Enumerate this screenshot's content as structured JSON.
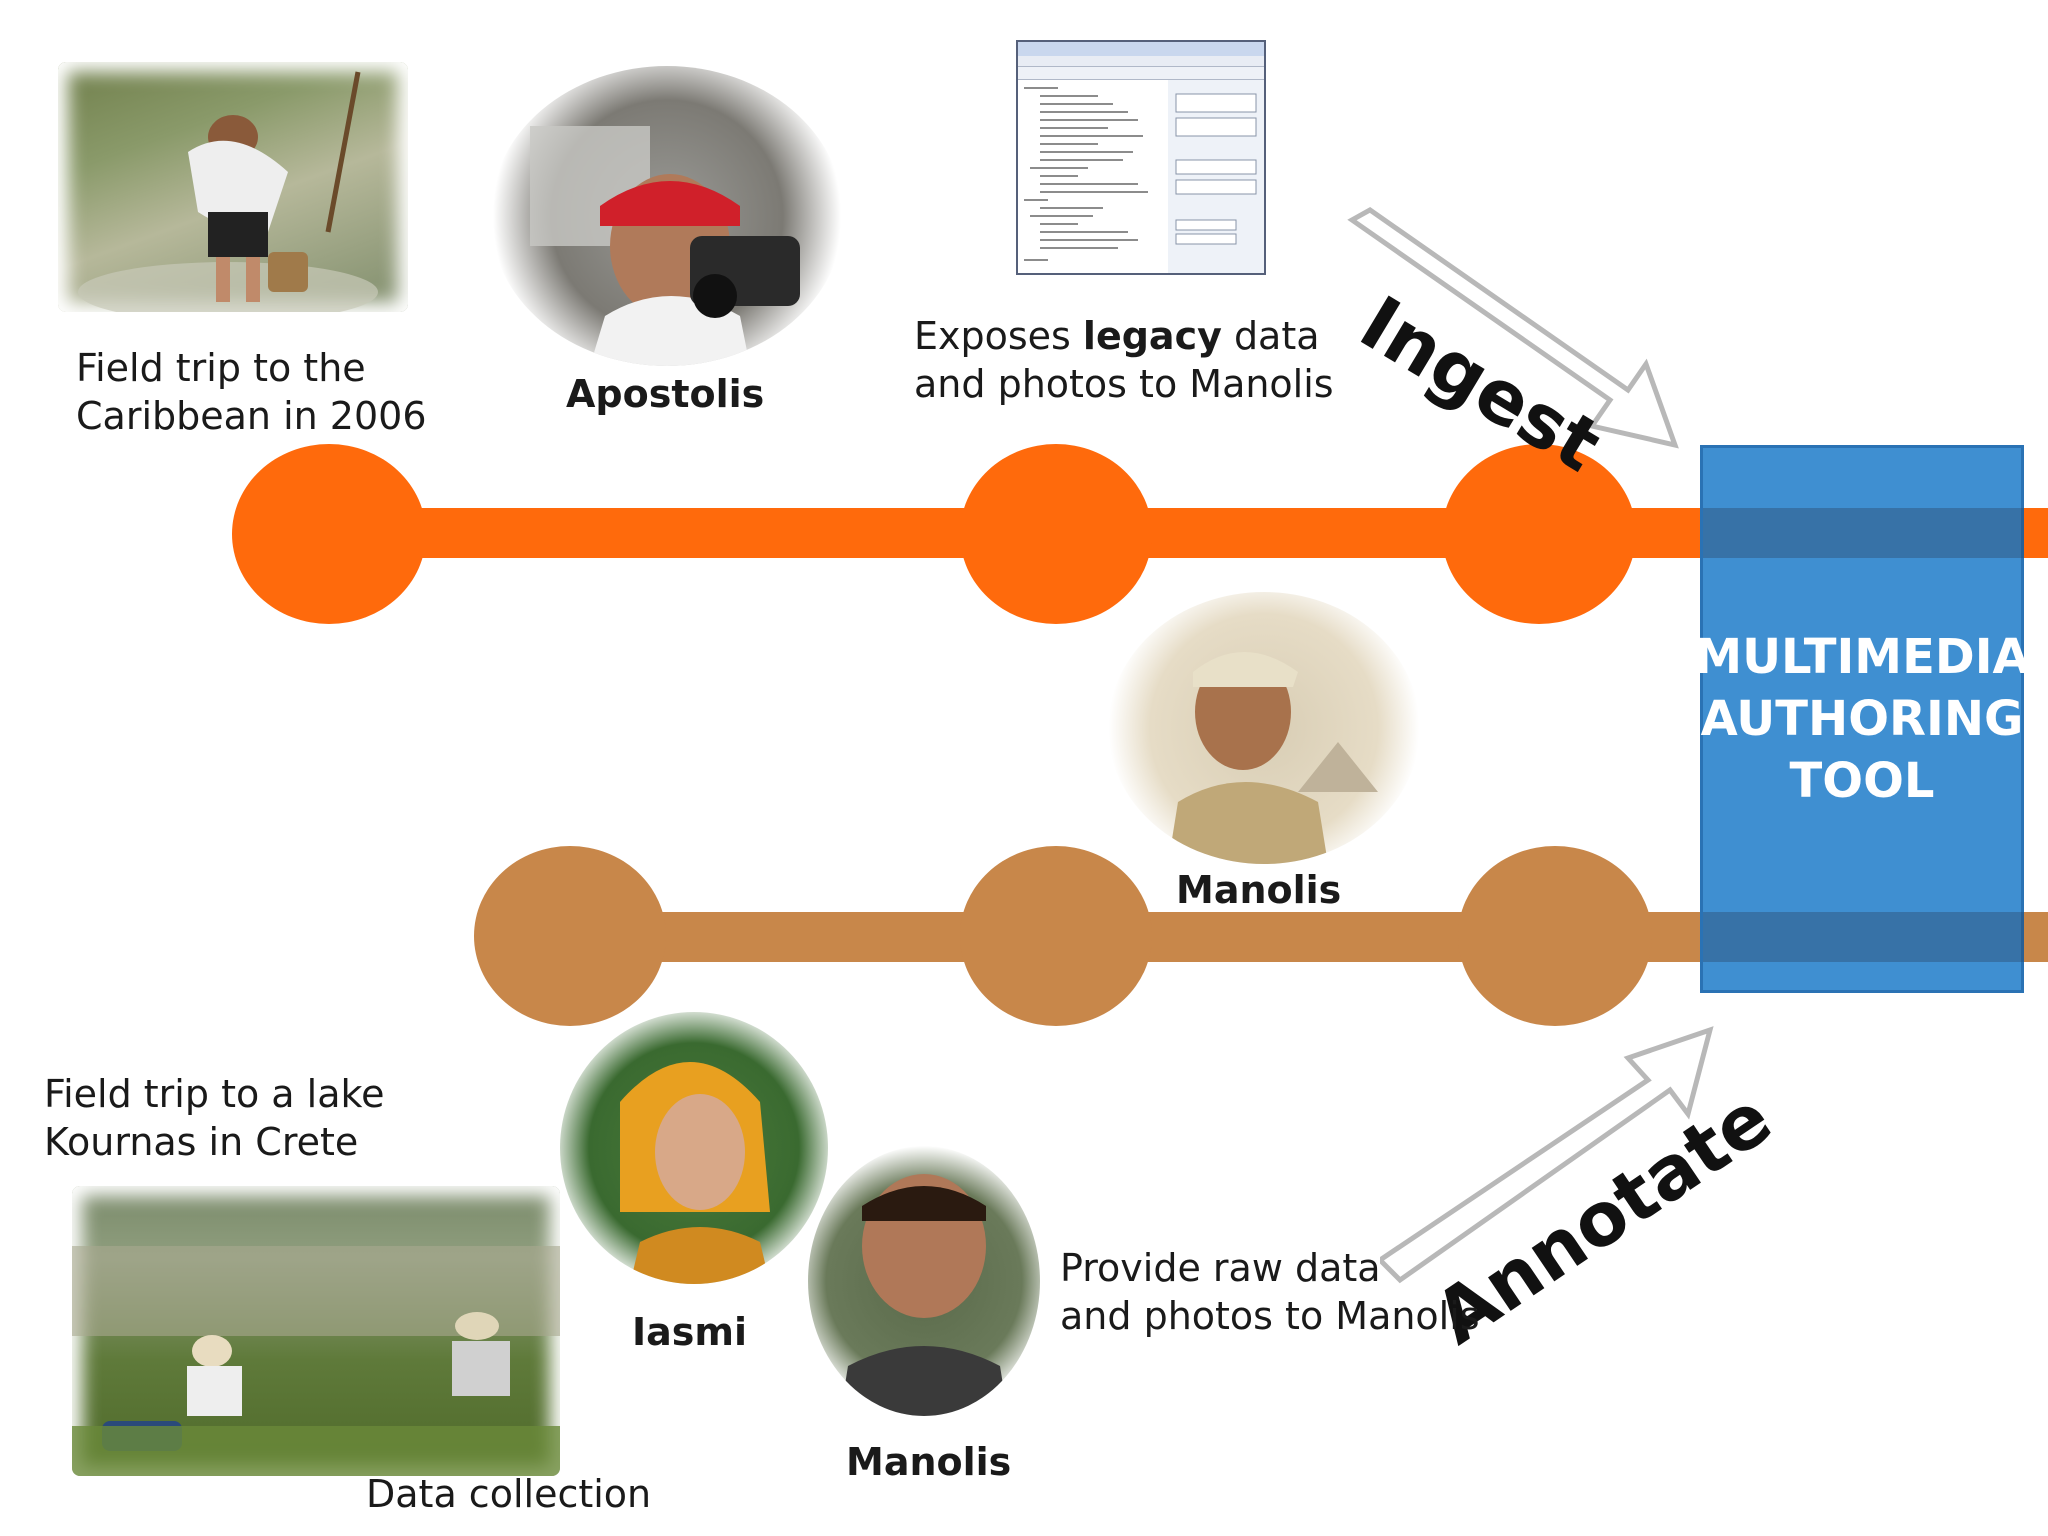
{
  "top_track": {
    "color": "#ff6a0c",
    "caption_field_trip": [
      "Field trip to the",
      "Caribbean in 2006"
    ],
    "person_1": "Apostolis",
    "caption_legacy_pre": "Exposes ",
    "caption_legacy_bold": "legacy",
    "caption_legacy_post": " data",
    "caption_legacy_line2": "and photos to Manolis",
    "arrow_label": "Ingest"
  },
  "middle": {
    "person_2": "Manolis"
  },
  "bottom_track": {
    "color": "#c8874a",
    "caption_field_trip": [
      "Field trip to a lake",
      "Kournas in Crete"
    ],
    "caption_collection": "Data collection",
    "person_3": "Iasmi",
    "person_4": "Manolis",
    "caption_raw": [
      "Provide raw data",
      "and photos to Manolis"
    ],
    "arrow_label": "Annotate"
  },
  "tool": {
    "label_lines": [
      "MULTIMEDIA",
      "AUTHORING",
      "TOOL"
    ],
    "color": "#3f8fd1"
  },
  "icons": {
    "photo_placeholder": "photo",
    "arrow": "outlined-arrow"
  }
}
